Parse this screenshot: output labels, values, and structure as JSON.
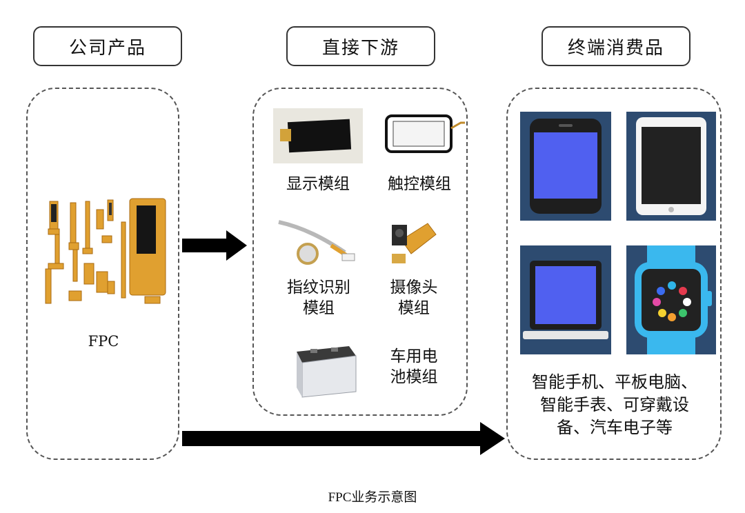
{
  "headers": {
    "company": "公司产品",
    "downstream": "直接下游",
    "consumer": "终端消费品"
  },
  "company_panel": {
    "product_label": "FPC"
  },
  "downstream_panel": {
    "items": [
      {
        "label": "显示模组",
        "icon": "display-module-image"
      },
      {
        "label": "触控模组",
        "icon": "touch-module-image"
      },
      {
        "label": "指纹识别\n模组",
        "icon": "fingerprint-module-image"
      },
      {
        "label": "摄像头\n模组",
        "icon": "camera-module-image"
      },
      {
        "label": "车用电\n池模组",
        "icon": "car-battery-module-image"
      }
    ]
  },
  "consumer_panel": {
    "devices": [
      "smartphone-icon",
      "tablet-icon",
      "laptop-icon",
      "smartwatch-icon"
    ],
    "description": "智能手机、平板电脑、\n智能手表、可穿戴设\n备、汽车电子等"
  },
  "caption": "FPC业务示意图",
  "colors": {
    "tile_bg": "#2d4b70",
    "screen_blue": "#5060f0",
    "fpc_orange": "#e0a030"
  }
}
